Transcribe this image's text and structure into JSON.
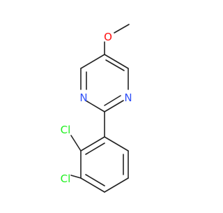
{
  "molecule": {
    "atoms": {
      "oxygen": {
        "label": "O",
        "color": "#ff0d0d"
      },
      "nitrogen_left": {
        "label": "N",
        "color": "#3050f8"
      },
      "nitrogen_right": {
        "label": "N",
        "color": "#3050f8"
      },
      "chlorine_upper": {
        "label": "Cl",
        "color": "#1ff01f"
      },
      "chlorine_lower": {
        "label": "Cl",
        "color": "#1ff01f"
      }
    },
    "bond_color": "#222222",
    "background": "#ffffff"
  }
}
